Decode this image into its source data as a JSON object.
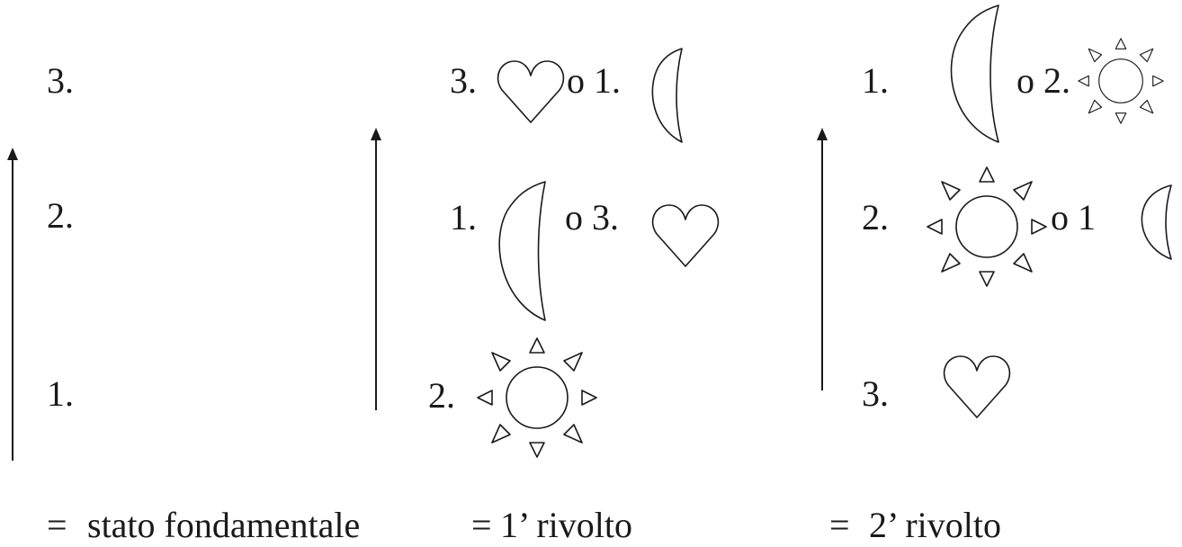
{
  "col1": {
    "n3": "3.",
    "n2": "2.",
    "n1": "1.",
    "caption_eq": "=",
    "caption": "stato fondamentale"
  },
  "col2": {
    "top_num": "3.",
    "top_or": "o 1.",
    "mid_num": "1.",
    "mid_or": "o 3.",
    "bottom_num": "2.",
    "caption_eq": "=",
    "caption": "1’ rivolto"
  },
  "col3": {
    "top_num": "1.",
    "top_or": "o 2.",
    "mid_num": "2.",
    "mid_or": "o 1",
    "bottom_num": "3.",
    "caption_eq": "=",
    "caption": "2’ rivolto"
  },
  "symbols": {
    "heart": "heart-icon",
    "moon": "crescent-moon-icon",
    "sun": "sun-icon"
  }
}
